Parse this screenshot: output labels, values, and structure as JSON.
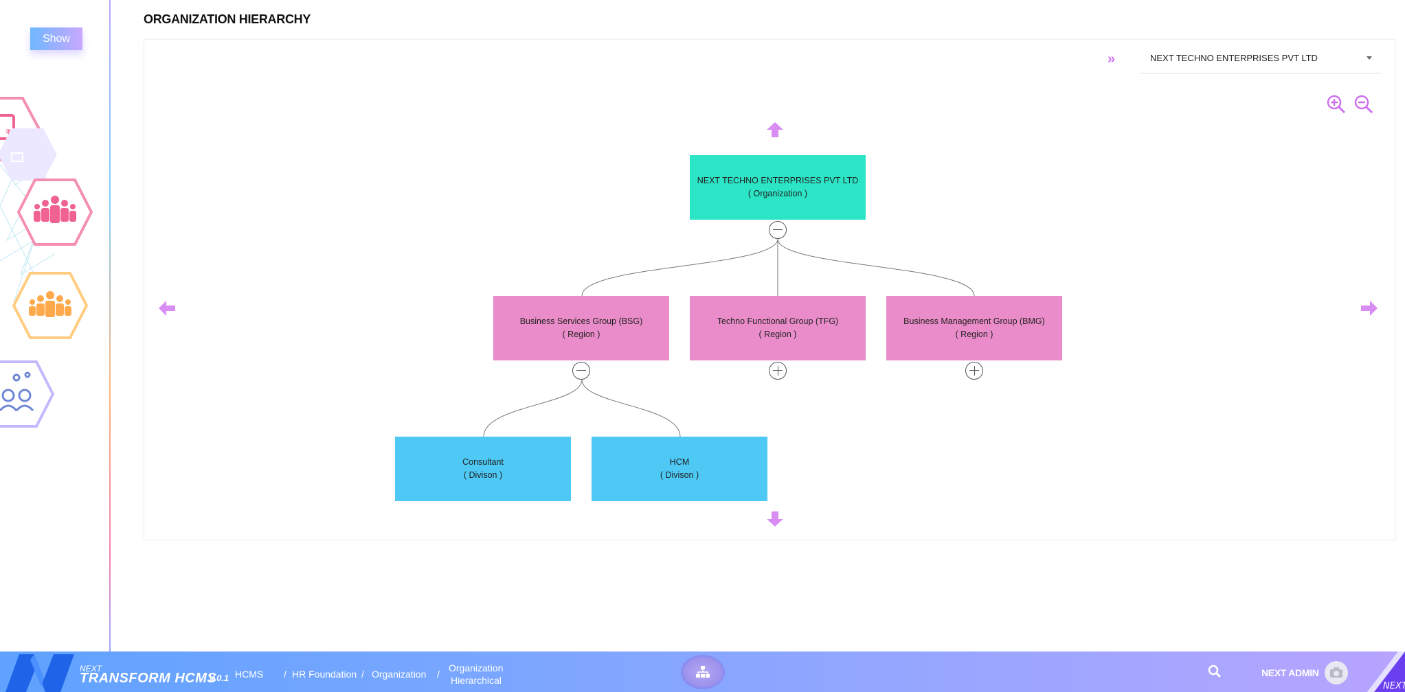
{
  "page": {
    "title": "ORGANIZATION HIERARCHY"
  },
  "sidebar": {
    "show_label": "Show"
  },
  "org_select": {
    "value": "NEXT TECHNO ENTERPRISES PVT LTD"
  },
  "chart": {
    "root": {
      "name": "NEXT TECHNO ENTERPRISES PVT LTD",
      "type": "( Organization )"
    },
    "regions": [
      {
        "name": "Business Services Group (BSG)",
        "type": "( Region )",
        "expanded": true
      },
      {
        "name": "Techno Functional Group (TFG)",
        "type": "( Region )",
        "expanded": false
      },
      {
        "name": "Business Management Group (BMG)",
        "type": "( Region )",
        "expanded": false
      }
    ],
    "divisions": [
      {
        "name": "Consultant",
        "type": "( Divison )"
      },
      {
        "name": "HCM",
        "type": "( Divison )"
      }
    ]
  },
  "footer": {
    "brand_next": "NEXT",
    "brand_name": "TRANSFORM HCMS",
    "version": "V.0.1",
    "breadcrumbs": [
      "HCMS",
      "HR Foundation",
      "Organization",
      "Organization",
      "Hierarchical"
    ],
    "user_name": "NEXT ADMIN",
    "corner_text": "NEXT"
  },
  "colors": {
    "organization": "#2ce5c6",
    "region": "#ea8cc9",
    "division": "#4ec8f4",
    "accent": "#d070f0"
  }
}
